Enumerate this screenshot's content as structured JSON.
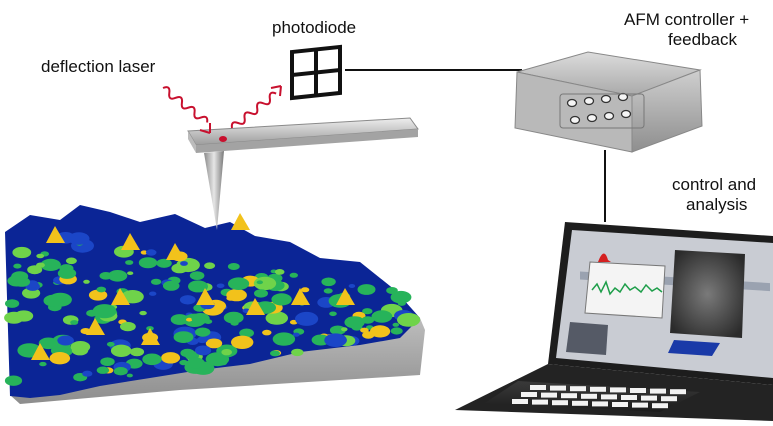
{
  "labels": {
    "photodiode": "photodiode",
    "deflection_laser": "deflection laser",
    "afm_controller_line1": "AFM controller +",
    "afm_controller_line2": "feedback",
    "control_line1": "control and",
    "control_line2": "analysis"
  },
  "colors": {
    "laser": "#c8102e",
    "wire": "#111111",
    "cantilever": "#d4d4d4",
    "surface_low": "#0a1f8f",
    "surface_mid": "#27b35a",
    "surface_high": "#f2c21b"
  },
  "icons": {
    "photodiode": "photodiode-icon",
    "controller": "afm-controller-box-icon",
    "laptop": "laptop-icon"
  }
}
